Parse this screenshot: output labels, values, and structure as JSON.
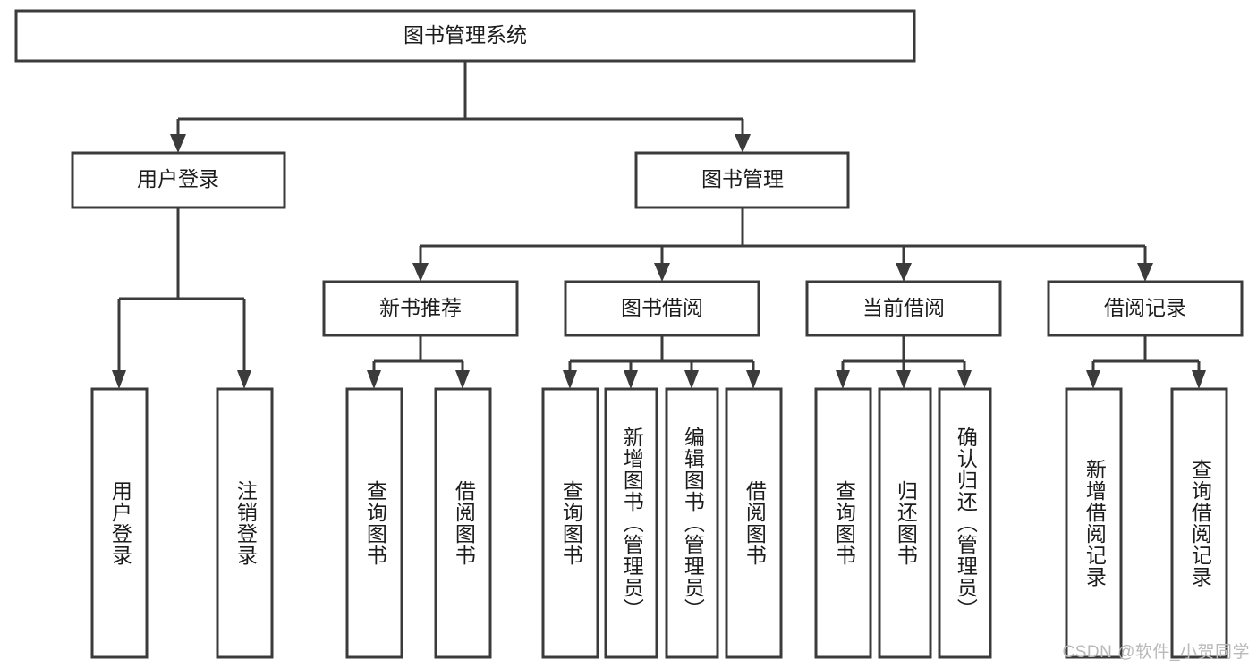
{
  "diagram": {
    "title": "图书管理系统",
    "type": "tree",
    "orientation": "top-down",
    "watermark": "CSDN @软件_小贺同学",
    "colors": {
      "stroke": "#3b3b3b",
      "box_fill": "#ffffff",
      "text": "#1c1c1c",
      "watermark": "#b9b9b9",
      "background": "#ffffff"
    },
    "nodes": {
      "root": {
        "label": "图书管理系统",
        "level": 1,
        "orientation": "horizontal"
      },
      "l2": [
        {
          "id": "user-login",
          "label": "用户登录",
          "level": 2,
          "orientation": "horizontal"
        },
        {
          "id": "book-manage",
          "label": "图书管理",
          "level": 2,
          "orientation": "horizontal"
        }
      ],
      "l3": [
        {
          "id": "new-book-rec",
          "label": "新书推荐",
          "level": 3,
          "orientation": "horizontal"
        },
        {
          "id": "book-borrow",
          "label": "图书借阅",
          "level": 3,
          "orientation": "horizontal"
        },
        {
          "id": "current-borrow",
          "label": "当前借阅",
          "level": 3,
          "orientation": "horizontal"
        },
        {
          "id": "borrow-record",
          "label": "借阅记录",
          "level": 3,
          "orientation": "horizontal"
        }
      ],
      "leaves": {
        "user_login": [
          {
            "id": "leaf-user-login",
            "label": "用户登录"
          },
          {
            "id": "leaf-logout",
            "label": "注销登录"
          }
        ],
        "new_book_rec": [
          {
            "id": "leaf-query-book-1",
            "label": "查询图书"
          },
          {
            "id": "leaf-borrow-book-1",
            "label": "借阅图书"
          }
        ],
        "book_borrow": [
          {
            "id": "leaf-query-book-2",
            "label": "查询图书"
          },
          {
            "id": "leaf-add-book",
            "label": "新增图书（管理员）"
          },
          {
            "id": "leaf-edit-book",
            "label": "编辑图书（管理员）"
          },
          {
            "id": "leaf-borrow-book-2",
            "label": "借阅图书"
          }
        ],
        "current_borrow": [
          {
            "id": "leaf-query-book-3",
            "label": "查询图书"
          },
          {
            "id": "leaf-return-book",
            "label": "归还图书"
          },
          {
            "id": "leaf-confirm-return",
            "label": "确认归还（管理员）"
          }
        ],
        "borrow_record": [
          {
            "id": "leaf-add-record",
            "label": "新增借阅记录"
          },
          {
            "id": "leaf-query-record",
            "label": "查询借阅记录"
          }
        ]
      }
    }
  }
}
